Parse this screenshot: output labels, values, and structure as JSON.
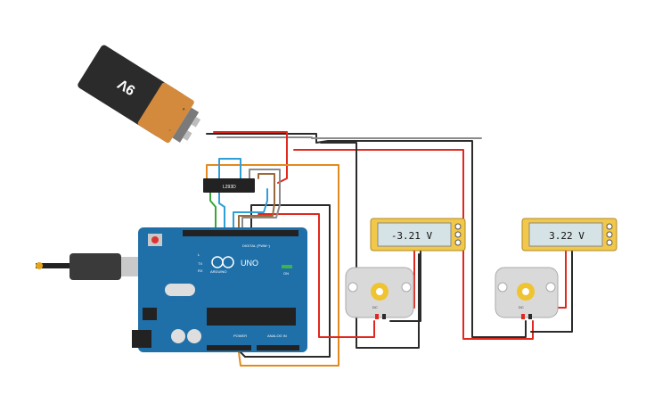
{
  "battery": {
    "label": "9V",
    "plus": "+",
    "minus": "-"
  },
  "driver_chip": {
    "label": "L293D"
  },
  "arduino": {
    "brand": "ARDUINO",
    "model": "UNO",
    "digital_label": "DIGITAL (PWM~)",
    "power_label": "POWER",
    "analog_label": "ANALOG IN",
    "on_label": "ON",
    "tx_label": "TX",
    "rx_label": "RX",
    "l_label": "L"
  },
  "multimeters": [
    {
      "reading": "-3.21 V"
    },
    {
      "reading": "3.22 V"
    }
  ],
  "motors": [
    {
      "label": "DC"
    },
    {
      "label": "DC"
    }
  ],
  "colors": {
    "wire_red": "#e0281f",
    "wire_black": "#2b2b2b",
    "wire_orange": "#e38a1e",
    "wire_blue": "#2f9fd8",
    "wire_green": "#3aa63a",
    "wire_gray": "#8a8a8a",
    "wire_brown": "#9a6a3a",
    "board": "#1f6fa8",
    "multimeter": "#f2c84b",
    "battery_orange": "#d48a3c"
  }
}
